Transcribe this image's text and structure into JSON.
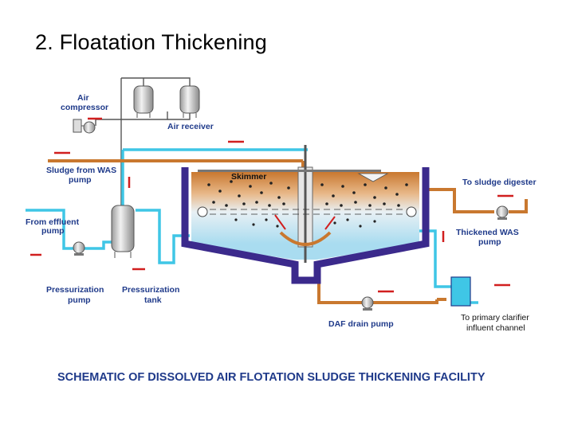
{
  "slide": {
    "title": "2. Floatation Thickening"
  },
  "diagram": {
    "caption": "SCHEMATIC OF DISSOLVED AIR FLOTATION SLUDGE THICKENING FACILITY",
    "labels": {
      "air_compressor_1": "Air",
      "air_compressor_2": "compressor",
      "air_receiver": "Air receiver",
      "sludge_was_1": "Sludge from WAS",
      "sludge_was_2": "pump",
      "effluent_1": "From effluent",
      "effluent_2": "pump",
      "skimmer": "Skimmer",
      "digester": "To sludge digester",
      "thickened_1": "Thickened WAS",
      "thickened_2": "pump",
      "press_pump_1": "Pressurization",
      "press_pump_2": "pump",
      "press_tank_1": "Pressurization",
      "press_tank_2": "tank",
      "daf_drain": "DAF drain pump",
      "primary_1": "To primary clarifier",
      "primary_2": "influent channel"
    },
    "colors": {
      "water_pipe": "#3fc6e6",
      "sludge_pipe": "#c9782f",
      "tank_wall": "#3b2a8c",
      "flow_arrow": "#d11f1f",
      "label_text": "#1f3a8a"
    }
  }
}
